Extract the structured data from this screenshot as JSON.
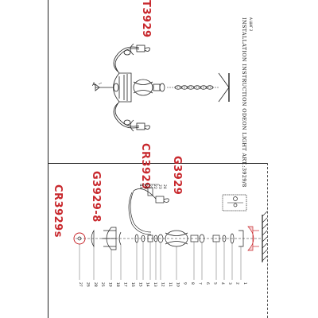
{
  "title": {
    "line1": "INSTALLATION INSTRUCTION ODEON LIGHT ART.:3929/8",
    "line2": "A    ШАГ 2"
  },
  "codes": {
    "top_fixture": "T3929",
    "bottom_cr": "CR3929",
    "bottom_g": "G3929",
    "shade": "G3929-8",
    "canopy_ring": "CR3929s"
  },
  "markers": {
    "a_label": "A"
  },
  "part_numbers_bottom": [
    "27",
    "26",
    "28",
    "25",
    "19",
    "18",
    "17",
    "16",
    "15",
    "14",
    "13",
    "12",
    "11",
    "10",
    "9",
    "8",
    "7",
    "6",
    "5",
    "4",
    "3",
    "2",
    "1"
  ],
  "part_numbers_top_arm": [
    "24",
    "23",
    "22",
    "21",
    "20",
    "19"
  ],
  "accent_color": "#c8282d",
  "line_color": "#222222"
}
